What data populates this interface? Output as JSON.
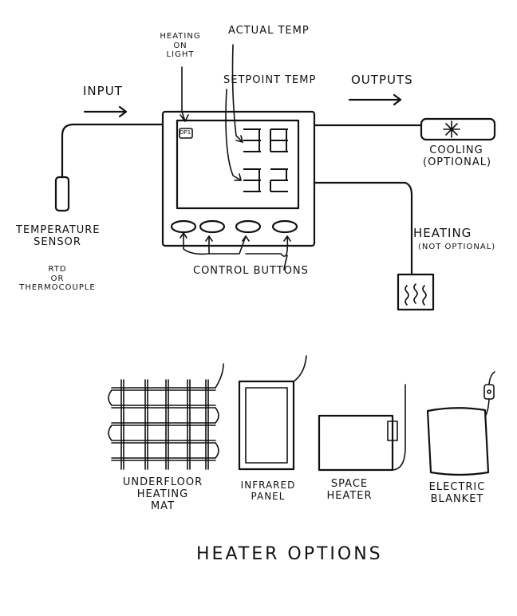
{
  "labels": {
    "heating_on_light": "Heating\nOn\nLight",
    "actual_temp": "Actual Temp",
    "setpoint_temp": "Setpoint Temp",
    "input": "Input",
    "outputs": "Outputs",
    "cooling": "Cooling\n(Optional)",
    "heating": "Heating",
    "heating_note": "(Not Optional)",
    "temperature_sensor": "Temperature\nSensor",
    "rtd_or_thermocouple": "RTD\nor\nThermocouple",
    "control_buttons": "Control Buttons",
    "op1_badge": "OP1"
  },
  "heater_options": {
    "title": "Heater Options",
    "items": [
      {
        "label": "Underfloor\nHeating\nMat"
      },
      {
        "label": "Infrared\nPanel"
      },
      {
        "label": "Space\nHeater"
      },
      {
        "label": "Electric\nBlanket"
      }
    ]
  },
  "icons": [
    "snowflake-icon",
    "heat-waves-icon",
    "arrow-right-icon"
  ]
}
